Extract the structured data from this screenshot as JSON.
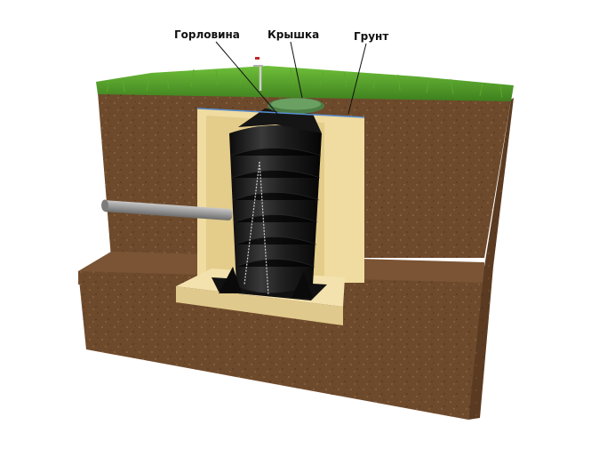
{
  "labels": {
    "neck": "Горловина",
    "lid": "Крышка",
    "soil": "Грунт"
  },
  "colors": {
    "soil_front": "#6e4a2c",
    "soil_side": "#5a3b22",
    "soil_top": "#7a5434",
    "grass": "#4f9a2a",
    "sand": "#f0dca0",
    "tank": "#1c1c1c",
    "lid": "#4c7d45",
    "pipe": "#9a9a9a"
  }
}
